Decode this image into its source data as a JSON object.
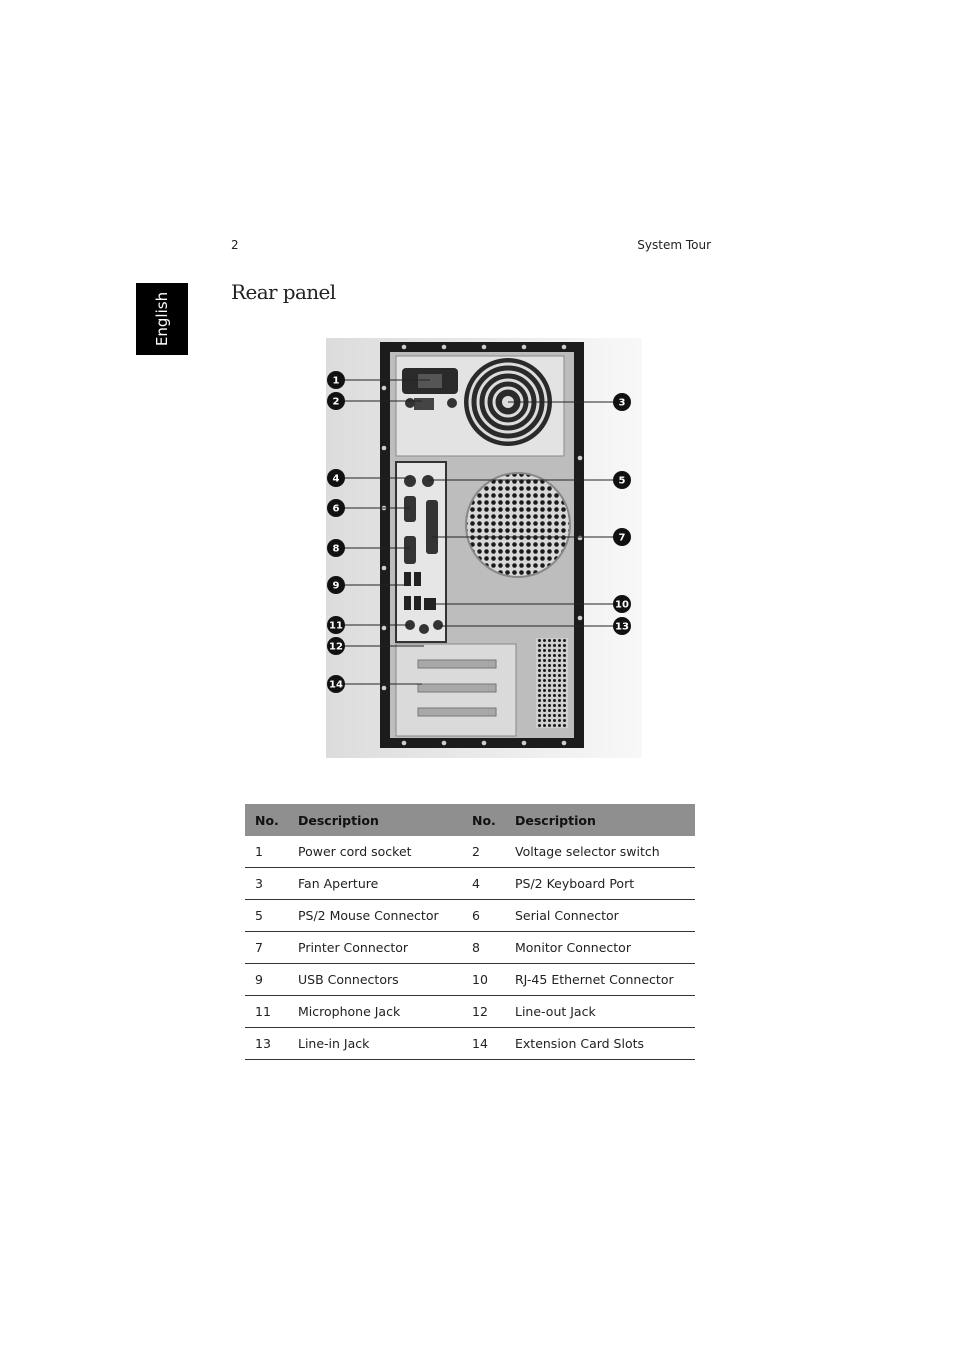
{
  "header": {
    "page_number": "2",
    "chapter": "System Tour"
  },
  "language_tab": "English",
  "section_title": "Rear panel",
  "figure": {
    "callouts": [
      "1",
      "2",
      "3",
      "4",
      "5",
      "6",
      "7",
      "8",
      "9",
      "10",
      "11",
      "12",
      "13",
      "14"
    ]
  },
  "table": {
    "headers": [
      "No.",
      "Description",
      "No.",
      "Description"
    ],
    "rows": [
      [
        "1",
        "Power cord socket",
        "2",
        "Voltage selector switch"
      ],
      [
        "3",
        "Fan Aperture",
        "4",
        "PS/2 Keyboard Port"
      ],
      [
        "5",
        "PS/2 Mouse Connector",
        "6",
        "Serial Connector"
      ],
      [
        "7",
        "Printer Connector",
        "8",
        "Monitor Connector"
      ],
      [
        "9",
        "USB Connectors",
        "10",
        "RJ-45 Ethernet Connector"
      ],
      [
        "11",
        "Microphone Jack",
        "12",
        "Line-out Jack"
      ],
      [
        "13",
        "Line-in Jack",
        "14",
        "Extension Card Slots"
      ]
    ]
  }
}
